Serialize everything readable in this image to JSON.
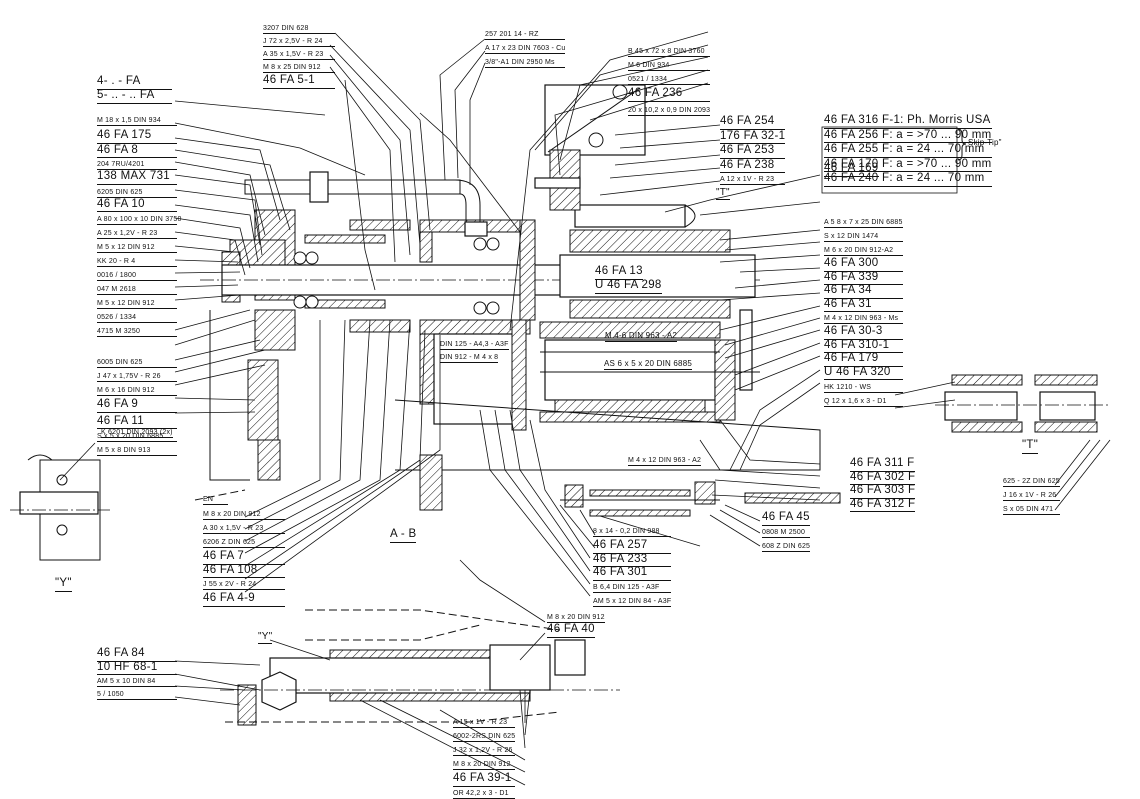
{
  "drawing": {
    "type": "mechanical assembly drawing",
    "section_labels": {
      "main": "A - B",
      "detail_y": "\"Y\"",
      "detail_y_ref": "\"Y\"",
      "detail_t": "\"T\"",
      "detail_t_ref": "\"T\""
    }
  },
  "labels": {
    "top_left": [
      "4- . - FA",
      "5- .. - .. FA"
    ],
    "left_column": [
      "M 18 x 1,5 DIN 934",
      "46 FA 175",
      "46 FA 8",
      "204 7RU/4201",
      "138 MAX 731",
      "6205 DIN 625",
      "46 FA 10",
      "A 80 x 100 x 10 DIN 3750",
      "A 25 x 1,2V - R 23",
      "M 5 x 12 DIN 912",
      "KK 20 - R 4",
      "0016 / 1800",
      "047 M 2618",
      "M 5 x 12 DIN 912",
      "0526 / 1334",
      "4715 M 3250",
      "6005 DIN 625",
      "J 47 x 1,75V - R 26",
      "M 6 x 16 DIN 912",
      "46 FA 9",
      "46 FA 11",
      "S x 5 x 20 DIN 6885",
      "M 5 x 8 DIN 913"
    ],
    "top_center": [
      "3207 DIN 628",
      "J 72 x 2,5V - R 24",
      "A 35 x 1,5V - R 23",
      "M 8 x 25 DIN 912",
      "46 FA 5-1"
    ],
    "pipe_group": [
      "257 201 14 - RZ",
      "A 17 x 23 DIN 7603 - Cu",
      "3/8\"-A1 DIN 2950 Ms"
    ],
    "top_right_group": [
      "B 45 x 72 x 8 DIN 3760",
      "M 6 DIN 934",
      "0521 / 1334",
      "46 FA 236",
      "20 x 10,2 x 0,9 DIN 2093"
    ],
    "right_upper": [
      "46 FA 254",
      "176 FA 32-1",
      "46 FA 253",
      "46 FA 238",
      "A 12 x 1V - R 23"
    ],
    "skip_tip": {
      "header": "46 FA 316 F-1: Ph. Morris USA",
      "items": [
        "46 FA 256 F: a = >70 ... 90 mm",
        "46 FA 255 F: a = 24 ... 70 mm",
        "46 FA 170 F: a = >70 ... 90 mm",
        "46 FA 240 F: a = 24 ... 70 mm"
      ],
      "bracket_label": "Skip-Tip\""
    },
    "right_middle": [
      "46 FA 169",
      "A 5 8 x 7 x 25 DIN 6885",
      "S x 12 DIN 1474",
      "M 6 x 20 DIN 912-A2",
      "46 FA 300",
      "46 FA 339",
      "46 FA 34",
      "46 FA 31",
      "M 4 x 12 DIN 963 - Ms",
      "46 FA 30-3",
      "46 FA 310-1",
      "46 FA 179",
      "U 46 FA 320",
      "HK 1210 - WS",
      "Q 12 x 1,6 x 3 - D1"
    ],
    "inner": {
      "fa13": "46 FA 13",
      "fa298": "U 46 FA 298",
      "m46": "M 4-6 DIN 963 - A2",
      "as6": "AS 6 x 5 x 20 DIN 6885",
      "din125": "DIN 125 - A4,3 - A3F",
      "din912": "DIN 912 - M 4 x 8",
      "m412": "M 4 x 12 DIN 963 - A2"
    },
    "right_lower": [
      "46 FA 311 F",
      "46 FA 302 F",
      "46 FA 303 F",
      "46 FA 312 F"
    ],
    "detail_t_labels": [
      "625 - 2Z DIN 625",
      "J 16 x 1V - R 26",
      "S x 05 DIN 471"
    ],
    "lower_center": [
      "8 x 14 - 0,2 DIN 988",
      "46 FA 257",
      "46 FA 233",
      "46 FA 301",
      "B 6,4 DIN 125 - A3F",
      "AM 5 x 12 DIN 84 - A3F"
    ],
    "lower_right_small": [
      "46 FA 45",
      "0808 M 2500",
      "608 Z DIN 625"
    ],
    "lower_left": [
      "EN",
      "M 8 x 20 DIN 912",
      "A 30 x 1,5V - R 23",
      "6206 Z DIN 625",
      "46 FA 7",
      "46 FA 108",
      "J 55 x 2V - R 24",
      "46 FA 4-9"
    ],
    "detail_y_label": "K 6201 DIN 2093 (2x)",
    "bottom_left": [
      "46 FA 84",
      "10 HF 68-1",
      "AM 5 x 10 DIN 84",
      "5 / 1050"
    ],
    "bottom_center": [
      "M 8 x 20 DIN 912",
      "46 FA 40",
      "A 15 x 1V - R 23",
      "6002-2RS DIN 625",
      "J 32 x 1,2V - R 26",
      "M 8 x 20 DIN 912",
      "46 FA 39-1",
      "OR 42,2 x 3 - D1"
    ]
  }
}
